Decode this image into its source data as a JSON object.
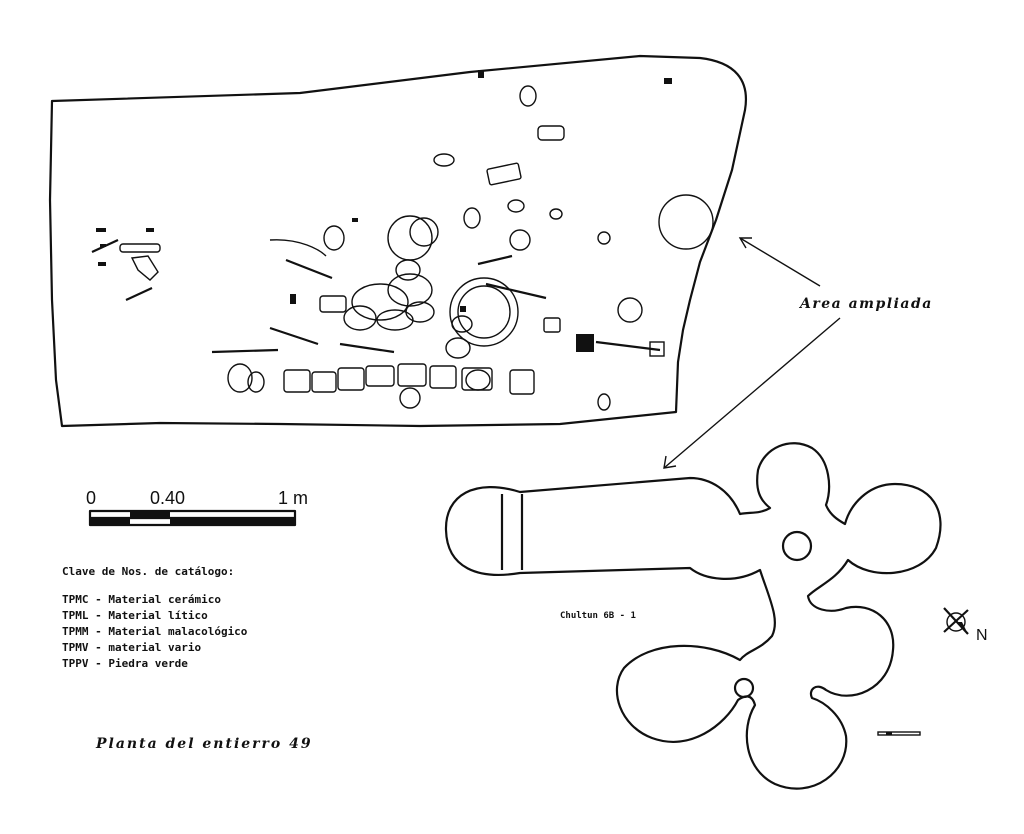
{
  "diagram": {
    "title": "Planta del entierro 49",
    "callout_label": "Area ampliada",
    "chultun_label": "Chultun 6B - 1",
    "north_label": "N",
    "scale_bar": {
      "tick_labels": [
        "0",
        "0.40",
        "1 m"
      ]
    },
    "legend": {
      "heading": "Clave de Nos. de catálogo:",
      "items": [
        "TPMC - Material cerámico",
        "TPML - Material lítico",
        "TPMM - Material malacológico",
        "TPMV - material vario",
        "TPPV - Piedra verde"
      ]
    }
  }
}
